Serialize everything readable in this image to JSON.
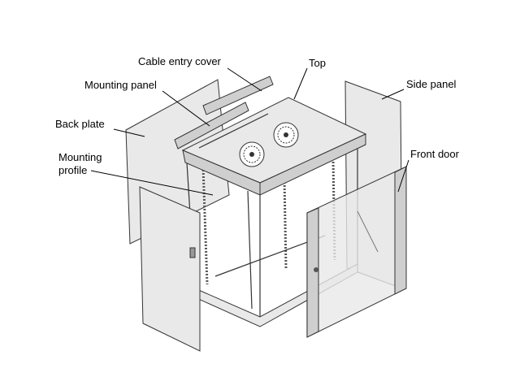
{
  "labels": {
    "cable_entry_cover": "Cable entry cover",
    "top": "Top",
    "mounting_panel": "Mounting panel",
    "side_panel": "Side panel",
    "back_plate": "Back plate",
    "mounting_profile_line1": "Mounting",
    "mounting_profile_line2": "profile",
    "front_door": "Front door"
  }
}
